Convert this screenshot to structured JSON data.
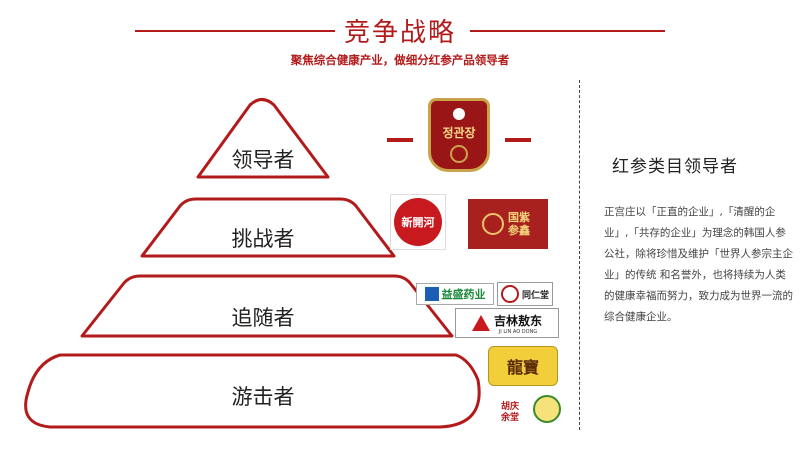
{
  "header": {
    "title": "竞争战略",
    "subtitle": "聚焦综合健康产业，做细分红参产品领导者"
  },
  "pyramid": {
    "tiers": [
      {
        "label": "领导者"
      },
      {
        "label": "挑战者"
      },
      {
        "label": "追随者"
      },
      {
        "label": "游击者"
      }
    ]
  },
  "logos": {
    "leader": {
      "text": "정관장"
    },
    "challenger_1": {
      "text": "新開河"
    },
    "challenger_2": {
      "text": "国紫参鑫"
    },
    "follower_1": {
      "text": "益盛药业"
    },
    "follower_2": {
      "text": "同仁堂"
    },
    "follower_3": {
      "text": "吉林敖东",
      "sub": "JI LIN AO DONG"
    },
    "guerrilla_1": {
      "text": "龍寶"
    },
    "guerrilla_2": {
      "text": "胡庆余堂"
    }
  },
  "side": {
    "heading": "红参类目领导者",
    "body": "正宫庄以「正直的企业」,「清醒的企业」,「共存的企业」为理念的韩国人参公社，除将珍惜及维护「世界人参宗主企业」的传统 和名誉外，也将持续为人类的健康幸福而努力，致力成为世界一流的综合健康企业。"
  },
  "colors": {
    "accent": "#b31b1b",
    "text": "#222222"
  }
}
